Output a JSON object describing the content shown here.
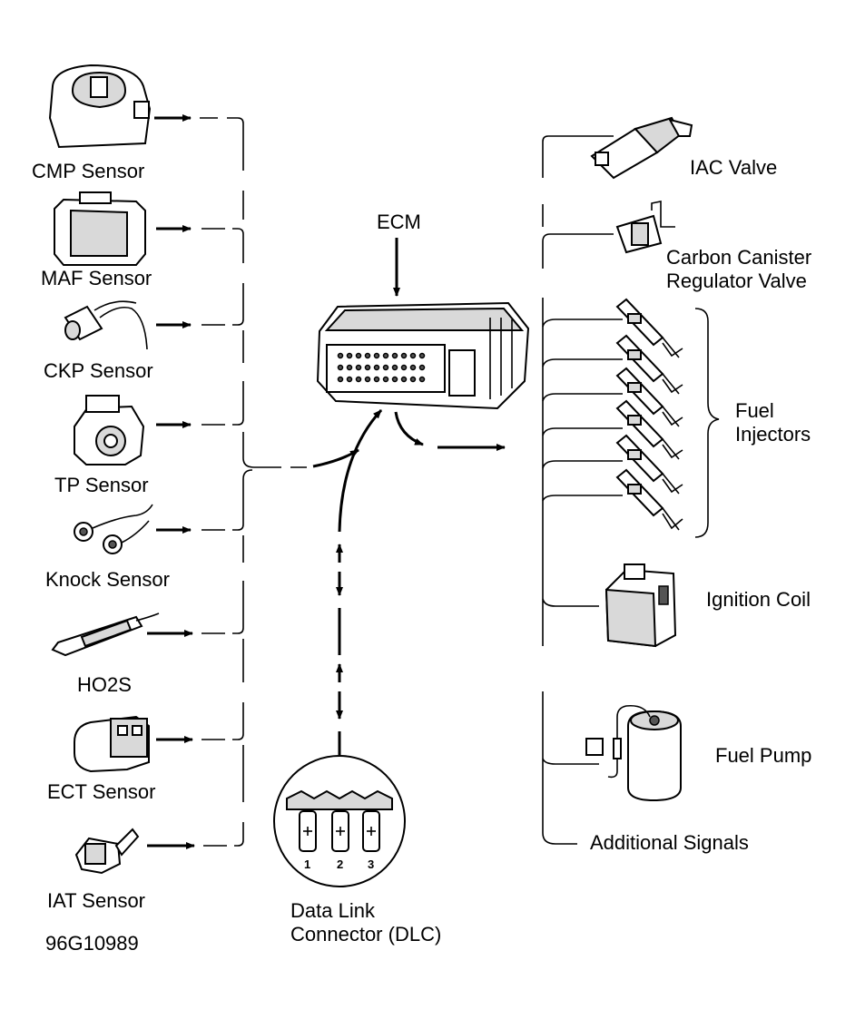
{
  "figure_id": "96G10989",
  "ecm": {
    "label": "ECM"
  },
  "inputs": [
    {
      "name": "CMP Sensor"
    },
    {
      "name": "MAF Sensor"
    },
    {
      "name": "CKP Sensor"
    },
    {
      "name": "TP Sensor"
    },
    {
      "name": "Knock Sensor"
    },
    {
      "name": "HO2S"
    },
    {
      "name": "ECT Sensor"
    },
    {
      "name": "IAT Sensor"
    }
  ],
  "outputs": {
    "iac_valve": "IAC Valve",
    "canister_line1": "Carbon Canister",
    "canister_line2": "Regulator Valve",
    "injectors_line1": "Fuel",
    "injectors_line2": "Injectors",
    "ignition_coil": "Ignition Coil",
    "fuel_pump": "Fuel Pump",
    "additional": "Additional Signals"
  },
  "dlc": {
    "line1": "Data Link",
    "line2": "Connector (DLC)",
    "pins": [
      "1",
      "2",
      "3"
    ]
  }
}
